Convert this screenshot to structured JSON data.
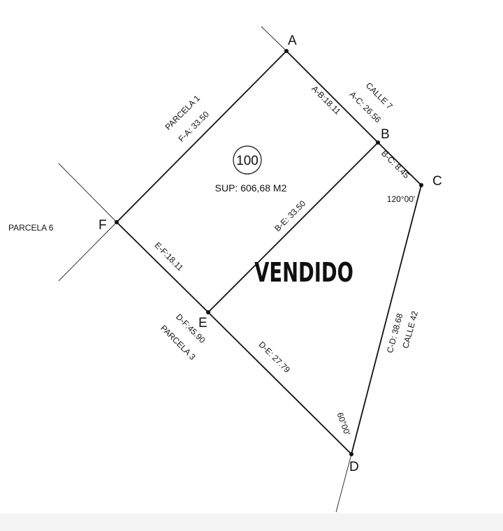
{
  "points": {
    "A": "A",
    "B": "B",
    "C": "C",
    "D": "D",
    "E": "E",
    "F": "F"
  },
  "lot": {
    "number": "100",
    "area": "SUP: 606,68 M2"
  },
  "status": "VENDIDO",
  "neighbors": {
    "parcela1": "PARCELA 1",
    "parcela6": "PARCELA 6",
    "parcela3": "PARCELA 3",
    "calle7": "CALLE 7",
    "calle42": "CALLE 42"
  },
  "dimensions": {
    "fa": "F-A: 33.50",
    "ab": "A-B:18.11",
    "ac": "A-C: 26.56",
    "bc": "B-C: 8.45",
    "be": "B-E: 33.50",
    "ef": "E-F:18.11",
    "df": "D-F:45.90",
    "de": "D-E: 27.79",
    "cd": "C-D: 38.68"
  },
  "angles": {
    "c": "120°00'",
    "d": "60°00'"
  }
}
